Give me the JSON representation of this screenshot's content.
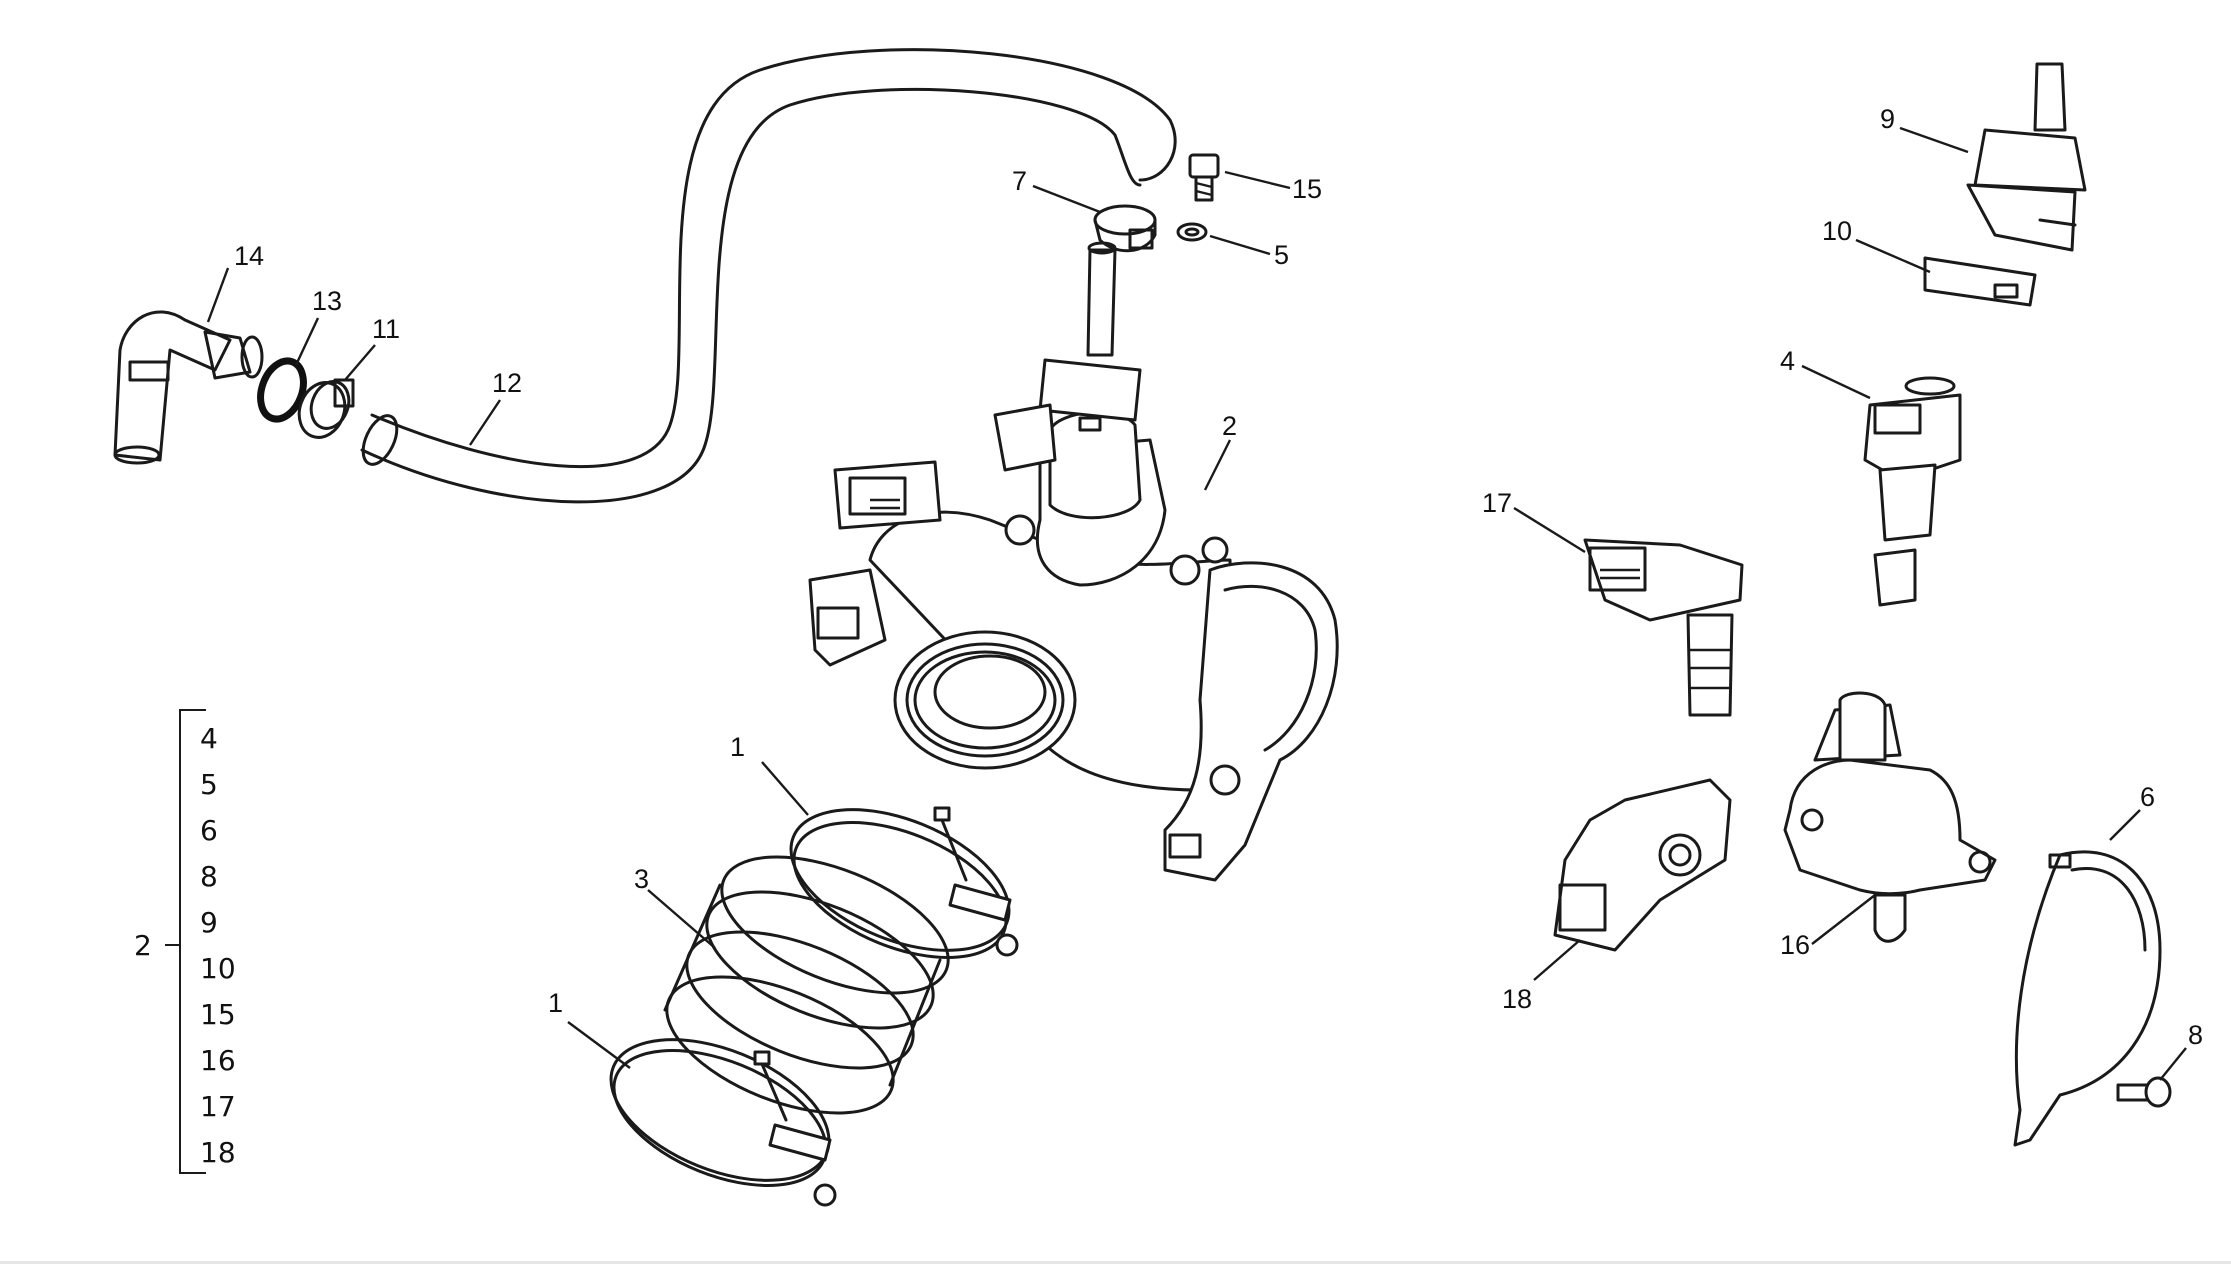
{
  "callouts": {
    "c1a": "1",
    "c1b": "1",
    "c2": "2",
    "c3": "3",
    "c4": "4",
    "c5": "5",
    "c6": "6",
    "c7": "7",
    "c8": "8",
    "c9": "9",
    "c10": "10",
    "c11": "11",
    "c12": "12",
    "c13": "13",
    "c14": "14",
    "c15": "15",
    "c16": "16",
    "c17": "17",
    "c18": "18"
  },
  "group_list": {
    "parent": "2",
    "items": [
      "4",
      "5",
      "6",
      "8",
      "9",
      "10",
      "15",
      "16",
      "17",
      "18"
    ]
  }
}
